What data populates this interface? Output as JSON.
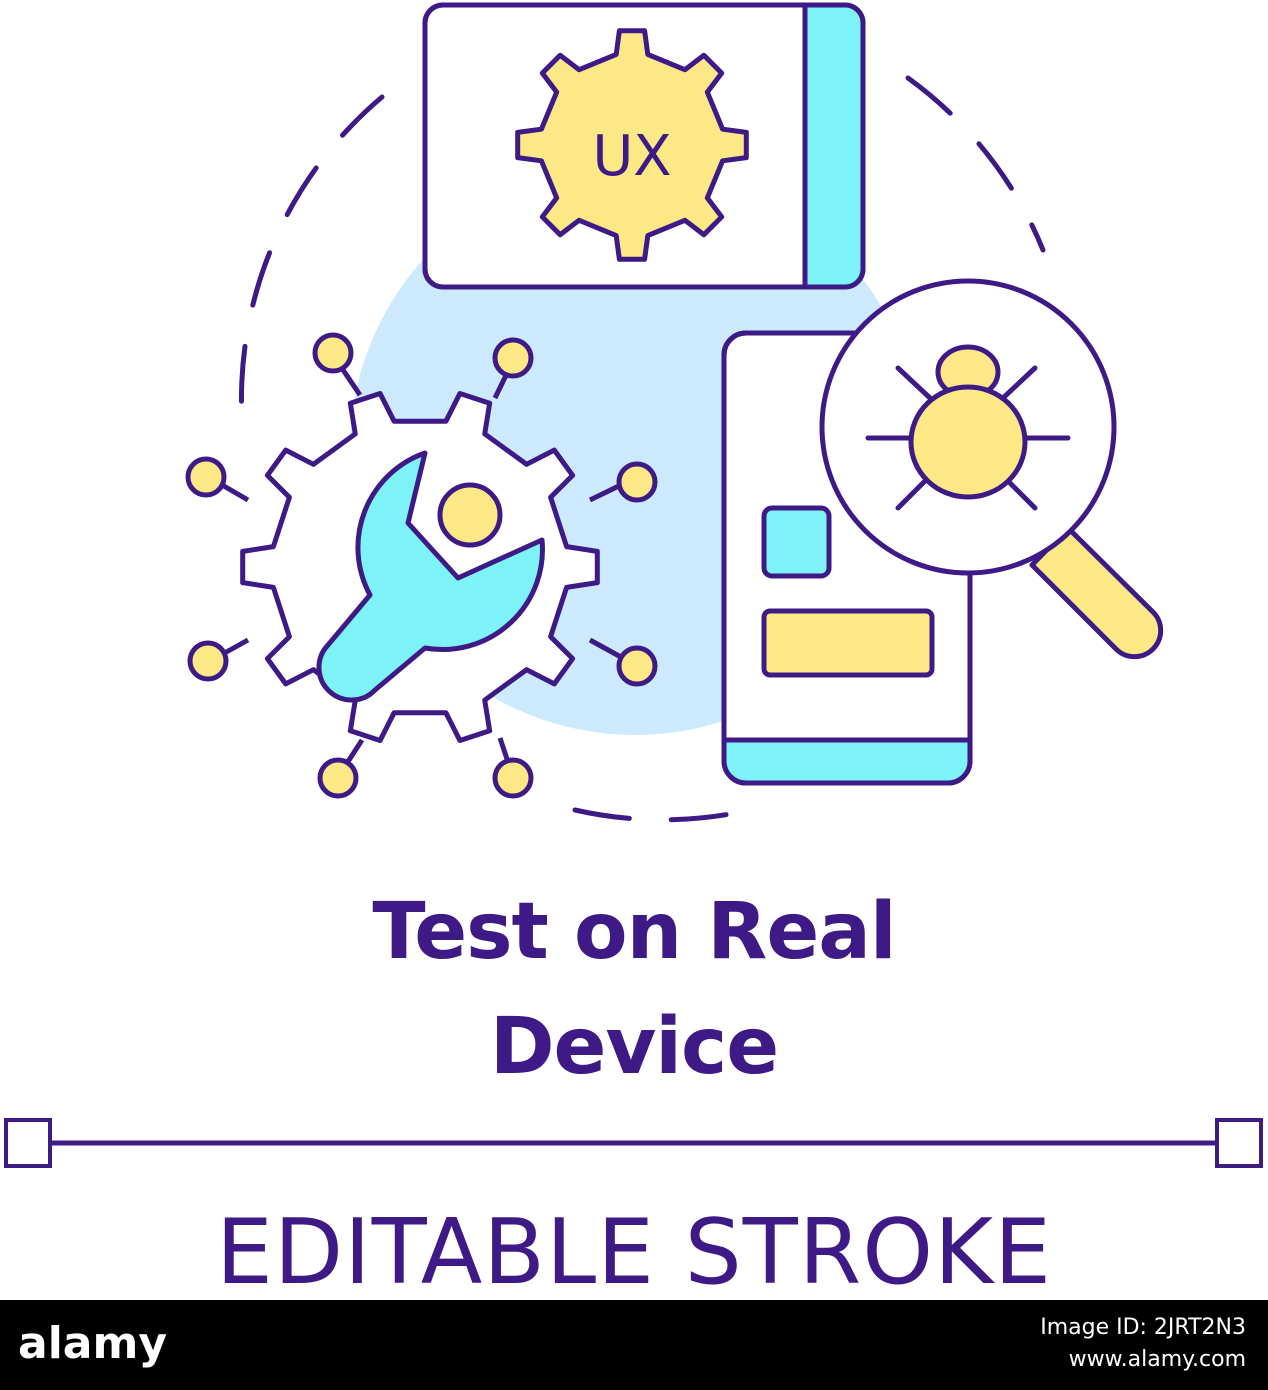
{
  "icon": {
    "gear_label": "UX",
    "colors": {
      "stroke": "#3d1a86",
      "yellow": "#fce986",
      "cyan": "#7ef3f7",
      "light_blue": "#cde9fd",
      "white": "#ffffff"
    },
    "icons": [
      "ux-gear-icon",
      "settings-gear-icon",
      "wrench-icon",
      "smartphone-icon",
      "magnifier-icon",
      "bug-icon"
    ]
  },
  "title": {
    "line1": "Test on Real",
    "line2": "Device"
  },
  "caption": "EDITABLE STROKE",
  "footer": {
    "logo": "alamy",
    "image_id_line": "Image ID: 2JRT2N3",
    "url": "www.alamy.com"
  }
}
